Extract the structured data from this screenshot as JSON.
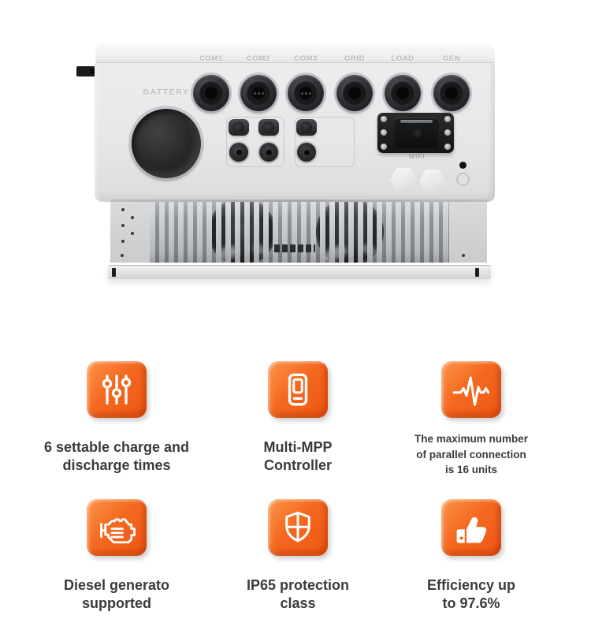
{
  "product": {
    "port_labels": [
      "COM1",
      "COM2",
      "COM3",
      "GRID",
      "LOAD",
      "GEN"
    ],
    "battery_label": "BATTERY",
    "wifi_label": "WIFI"
  },
  "features": {
    "accent_color": "#f2611c",
    "text_color": "#3b3b3b",
    "items": [
      {
        "icon": "sliders-icon",
        "label": "6 settable charge and\ndischarge times"
      },
      {
        "icon": "tablet-icon",
        "label": "Multi-MPP\nController"
      },
      {
        "icon": "pulse-icon",
        "label": "The maximum number\nof parallel connection\nis 16 units"
      },
      {
        "icon": "engine-icon",
        "label": "Diesel generato\nsupported"
      },
      {
        "icon": "shield-icon",
        "label": "IP65 protection\nclass"
      },
      {
        "icon": "thumbs-up-icon",
        "label": "Efficiency up\nto 97.6%"
      }
    ]
  }
}
